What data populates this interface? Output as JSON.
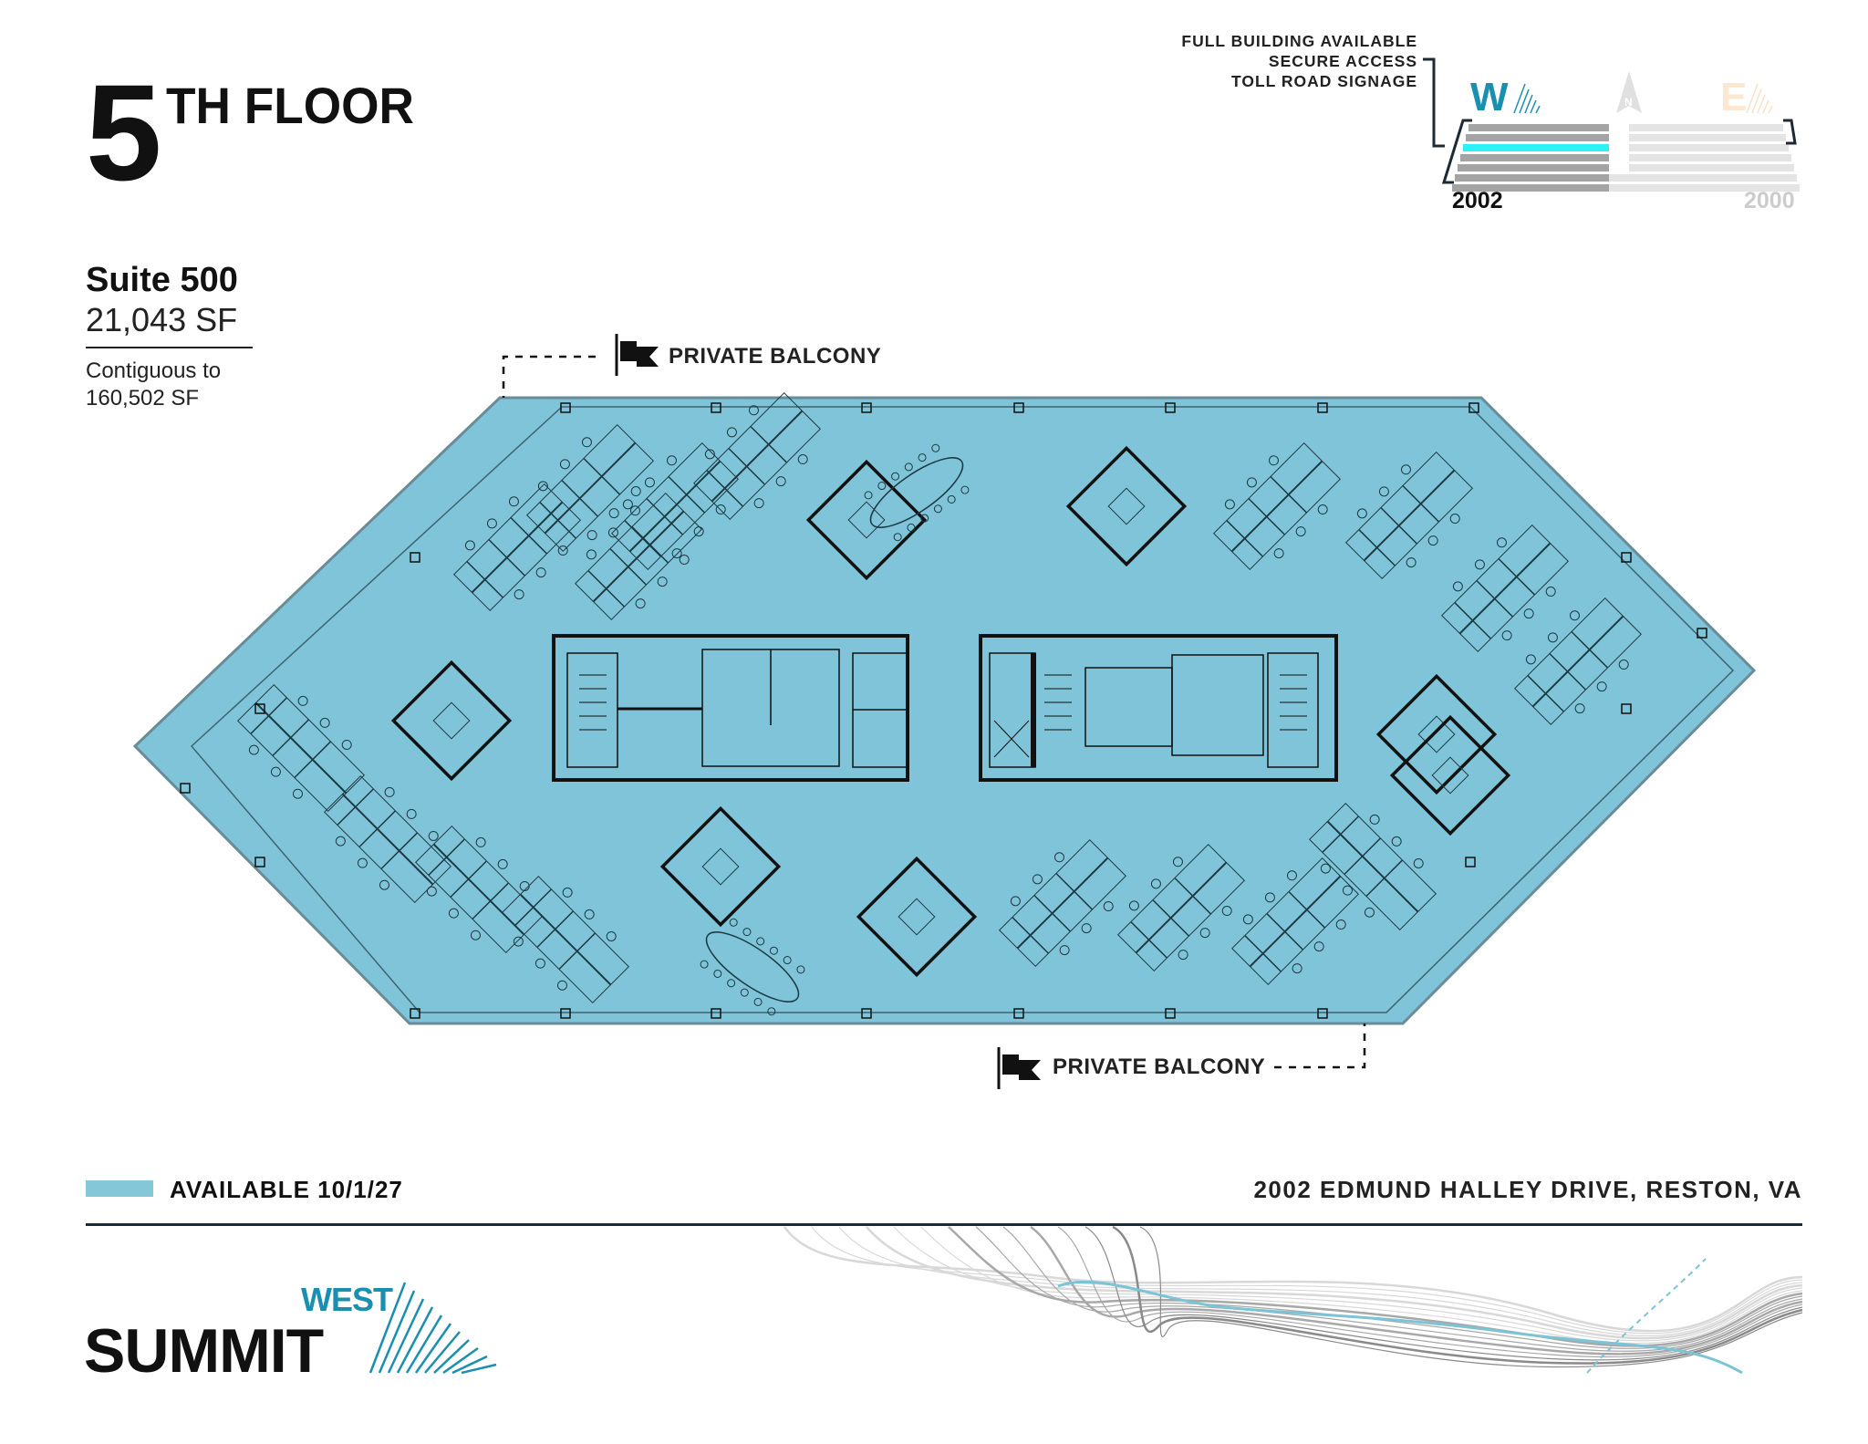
{
  "header": {
    "floor_number": "5",
    "floor_suffix": "TH FLOOR"
  },
  "suite": {
    "name": "Suite 500",
    "area": "21,043 SF",
    "contiguous_line1": "Contiguous to",
    "contiguous_line2": "160,502 SF"
  },
  "building_key": {
    "features": [
      "FULL BUILDING AVAILABLE",
      "SECURE ACCESS",
      "TOLL ROAD SIGNAGE"
    ],
    "west_letter": "W",
    "east_letter": "E",
    "north_letter": "N",
    "west_building": "2002",
    "east_building": "2000",
    "highlight_floor": 5,
    "colors": {
      "highlight": "#2ef0f5",
      "west_floors": "#a4a4a4",
      "east_floors": "#e4e4e4",
      "west_accent": "#1a8fb0",
      "east_accent": "#fbe7d2"
    }
  },
  "floorplan": {
    "balcony_top_label": "PRIVATE BALCONY",
    "balcony_bottom_label": "PRIVATE BALCONY",
    "fill_color": "#7fc4d8",
    "line_color": "#1d3a44"
  },
  "legend": {
    "available_label": "AVAILABLE 10/1/27",
    "swatch_color": "#84c7d9"
  },
  "footer": {
    "address": "2002 EDMUND HALLEY DRIVE, RESTON, VA",
    "logo_top": "WEST",
    "logo_main": "SUMMIT"
  }
}
